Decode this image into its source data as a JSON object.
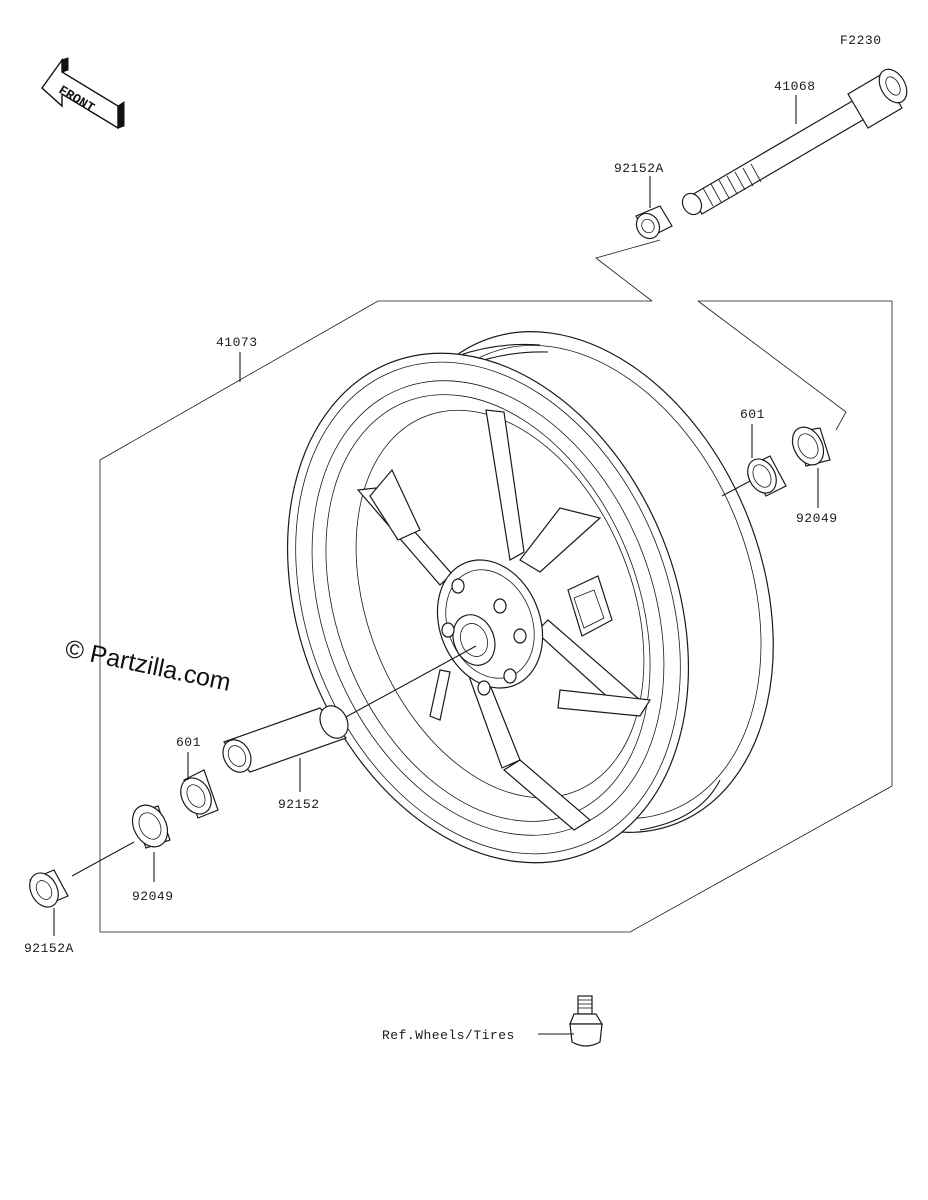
{
  "diagram": {
    "figure_code": "F2230",
    "front_label": "FRONT",
    "watermark": "© Partzilla.com",
    "reference_note": "Ref.Wheels/Tires",
    "callouts": {
      "axle": "41068",
      "axle_collar": "92152A",
      "wheel": "41073",
      "bearing_right": "601",
      "seal_right": "92049",
      "bearing_left": "601",
      "distance_collar": "92152",
      "seal_left": "92049",
      "collar_left": "92152A"
    },
    "colors": {
      "line": "#1a1a1a",
      "background": "#ffffff"
    }
  }
}
